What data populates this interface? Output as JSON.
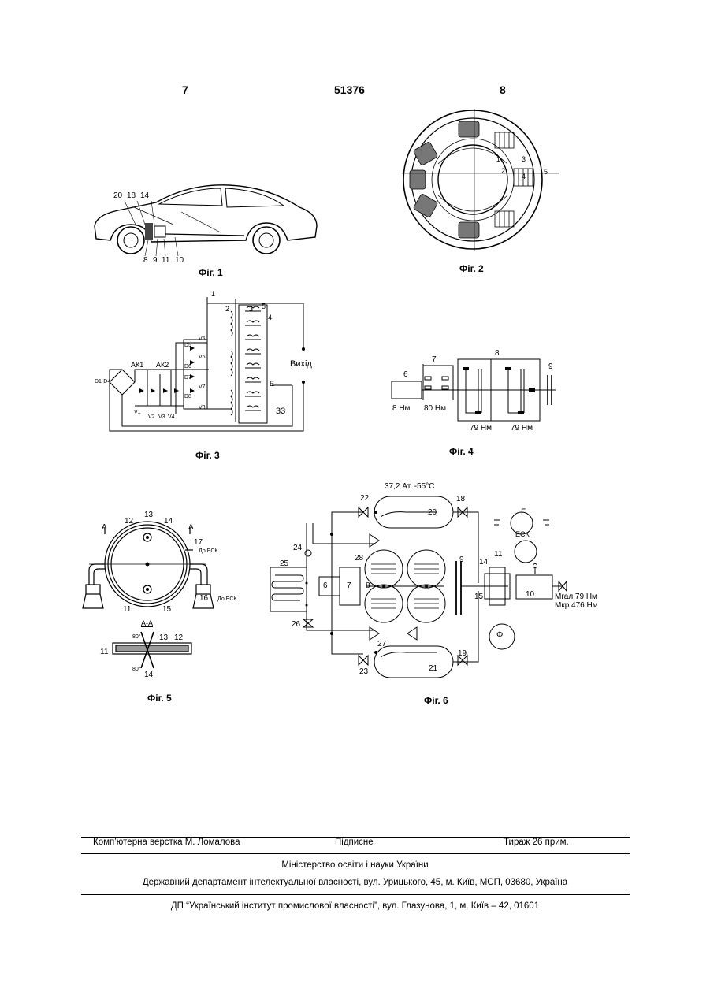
{
  "header": {
    "left_page": "7",
    "patent_number": "51376",
    "right_page": "8"
  },
  "figures": {
    "fig1": {
      "caption": "Фіг. 1",
      "labels": [
        "20",
        "18",
        "14",
        "8",
        "9",
        "11",
        "10"
      ]
    },
    "fig2": {
      "caption": "Фіг. 2",
      "labels": [
        "1",
        "2",
        "3",
        "4",
        "5"
      ]
    },
    "fig3": {
      "caption": "Фіг. 3",
      "labels": {
        "n1": "1",
        "n2": "2",
        "n3": "3",
        "n4": "4",
        "n5": "5",
        "d5": "D5",
        "d6": "D6",
        "d7": "D7",
        "d8": "D8",
        "v5": "V5",
        "v6": "V6",
        "v7": "V7",
        "v8": "V8",
        "ak1": "АК1",
        "ak2": "АК2",
        "d1d4": "D1-D4",
        "v1": "V1",
        "v2": "V2",
        "v3": "V3",
        "v4": "V4",
        "out": "Вихід",
        "e": "E",
        "n33": "33"
      }
    },
    "fig4": {
      "caption": "Фіг. 4",
      "labels": {
        "n6": "6",
        "n7": "7",
        "n8": "8",
        "n9": "9"
      },
      "torques": [
        "8 Нм",
        "80 Нм",
        "79 Нм",
        "79 Нм"
      ]
    },
    "fig5": {
      "caption": "Фіг. 5",
      "labels": {
        "n12": "12",
        "n13": "13",
        "n14": "14",
        "n17": "17",
        "n16": "16",
        "n11": "11",
        "n15": "15",
        "a_left": "А",
        "a_right": "А",
        "to_esk_top": "До ЕСК",
        "to_esk_bottom": "До ЕСК",
        "section": "А-А",
        "s11": "11",
        "s12": "12",
        "s13": "13",
        "s14": "14",
        "angle_top": "80°",
        "angle_bottom": "80°"
      }
    },
    "fig6": {
      "caption": "Фіг. 6",
      "pressure_temp": "37,2 Ат, -55°С",
      "labels": {
        "n22": "22",
        "n18": "18",
        "n20": "20",
        "n24": "24",
        "n25": "25",
        "n28": "28",
        "n6": "6",
        "n7": "7",
        "n8": "8",
        "n9": "9",
        "n14": "14",
        "n11": "11",
        "n15": "15",
        "n10": "10",
        "n26": "26",
        "n27": "27",
        "n23": "23",
        "n21": "21",
        "n19": "19",
        "gen": "Г",
        "esk": "ЕСК",
        "phi": "Ф"
      },
      "torque_gal": "Мгал 79 Нм",
      "torque_kr": "Мкр 476 Нм"
    }
  },
  "footer": {
    "layout": "Комп’ютерна верстка М. Ломалова",
    "signed": "Підписне",
    "circulation": "Тираж 26 прим.",
    "ministry": "Міністерство освіти і науки України",
    "department": "Державний департамент інтелектуальної власності, вул. Урицького, 45, м. Київ, МСП, 03680, Україна",
    "institute": "ДП “Український інститут промислової власності”, вул. Глазунова, 1, м. Київ – 42, 01601"
  }
}
